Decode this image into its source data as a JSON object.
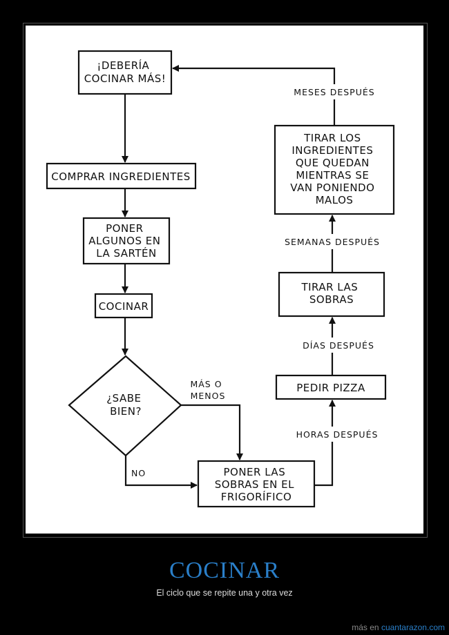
{
  "nodes": {
    "cocinar_mas": [
      "¡DEBERÍA",
      "COCINAR MÁS!"
    ],
    "comprar": [
      "COMPRAR INGREDIENTES"
    ],
    "poner_sarten": [
      "PONER",
      "ALGUNOS EN",
      "LA SARTÉN"
    ],
    "cocinar": [
      "COCINAR"
    ],
    "sabe_bien": [
      "¿SABE",
      "BIEN?"
    ],
    "sobras_frigo": [
      "PONER LAS",
      "SOBRAS EN EL",
      "FRIGORÍFICO"
    ],
    "pedir_pizza": [
      "PEDIR PIZZA"
    ],
    "tirar_sobras": [
      "TIRAR LAS",
      "SOBRAS"
    ],
    "tirar_ingredientes": [
      "TIRAR LOS",
      "INGREDIENTES",
      "QUE QUEDAN",
      "MIENTRAS SE",
      "VAN PONIENDO",
      "MALOS"
    ]
  },
  "edges": {
    "mas_o_menos": [
      "MÁS O",
      "MENOS"
    ],
    "no": [
      "NO"
    ],
    "horas": [
      "HORAS DESPUÉS"
    ],
    "dias": [
      "DÍAS DESPUÉS"
    ],
    "semanas": [
      "SEMANAS DESPUÉS"
    ],
    "meses": [
      "MESES DESPUÉS"
    ]
  },
  "caption": {
    "title": "COCINAR",
    "subtitle": "El ciclo que se repite una y otra vez"
  },
  "footer": {
    "prefix": "más en",
    "link": "cuantarazon.com"
  }
}
